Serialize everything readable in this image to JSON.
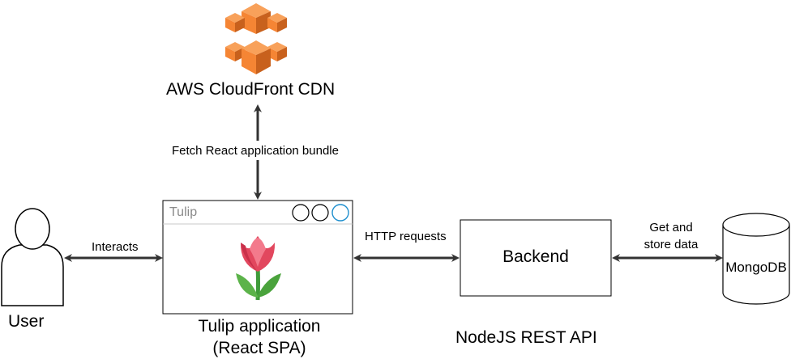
{
  "cdn": {
    "label": "AWS CloudFront CDN",
    "icon": "aws-cloudfront-icon",
    "color": "#f58534"
  },
  "fetch_label": "Fetch React application bundle",
  "user": {
    "label": "User",
    "icon": "user-icon"
  },
  "interacts_label": "Interacts",
  "app_window": {
    "title": "Tulip",
    "icon": "tulip-icon",
    "caption_line1": "Tulip application",
    "caption_line2": "(React SPA)"
  },
  "http_label": "HTTP requests",
  "backend": {
    "label": "Backend",
    "caption": "NodeJS REST API"
  },
  "get_store_line1": "Get and",
  "get_store_line2": "store data",
  "database": {
    "label": "MongoDB",
    "icon": "database-icon"
  }
}
